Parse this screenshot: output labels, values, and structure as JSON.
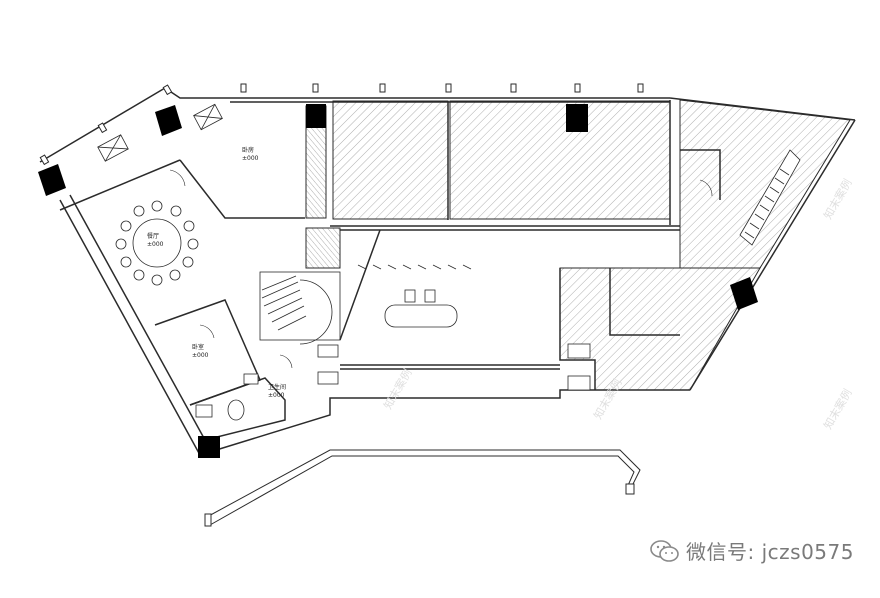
{
  "rooms": [
    {
      "id": "bedroom_top",
      "label": "卧房",
      "elevation": "±000"
    },
    {
      "id": "dining",
      "label": "餐厅",
      "elevation": "±000"
    },
    {
      "id": "bedroom",
      "label": "卧室",
      "elevation": "±000"
    },
    {
      "id": "bath",
      "label": "卫生间",
      "elevation": "±000"
    }
  ],
  "watermarks": [
    "知末案例",
    "知末案例",
    "知末案例",
    "知末案例"
  ],
  "wechat": {
    "label": "微信号: jczs0575",
    "icon": "wechat-icon"
  },
  "colors": {
    "line": "#2b2b2b",
    "hatch": "#9a9a9a",
    "column": "#000000",
    "watermark": "#7a7a7a"
  }
}
